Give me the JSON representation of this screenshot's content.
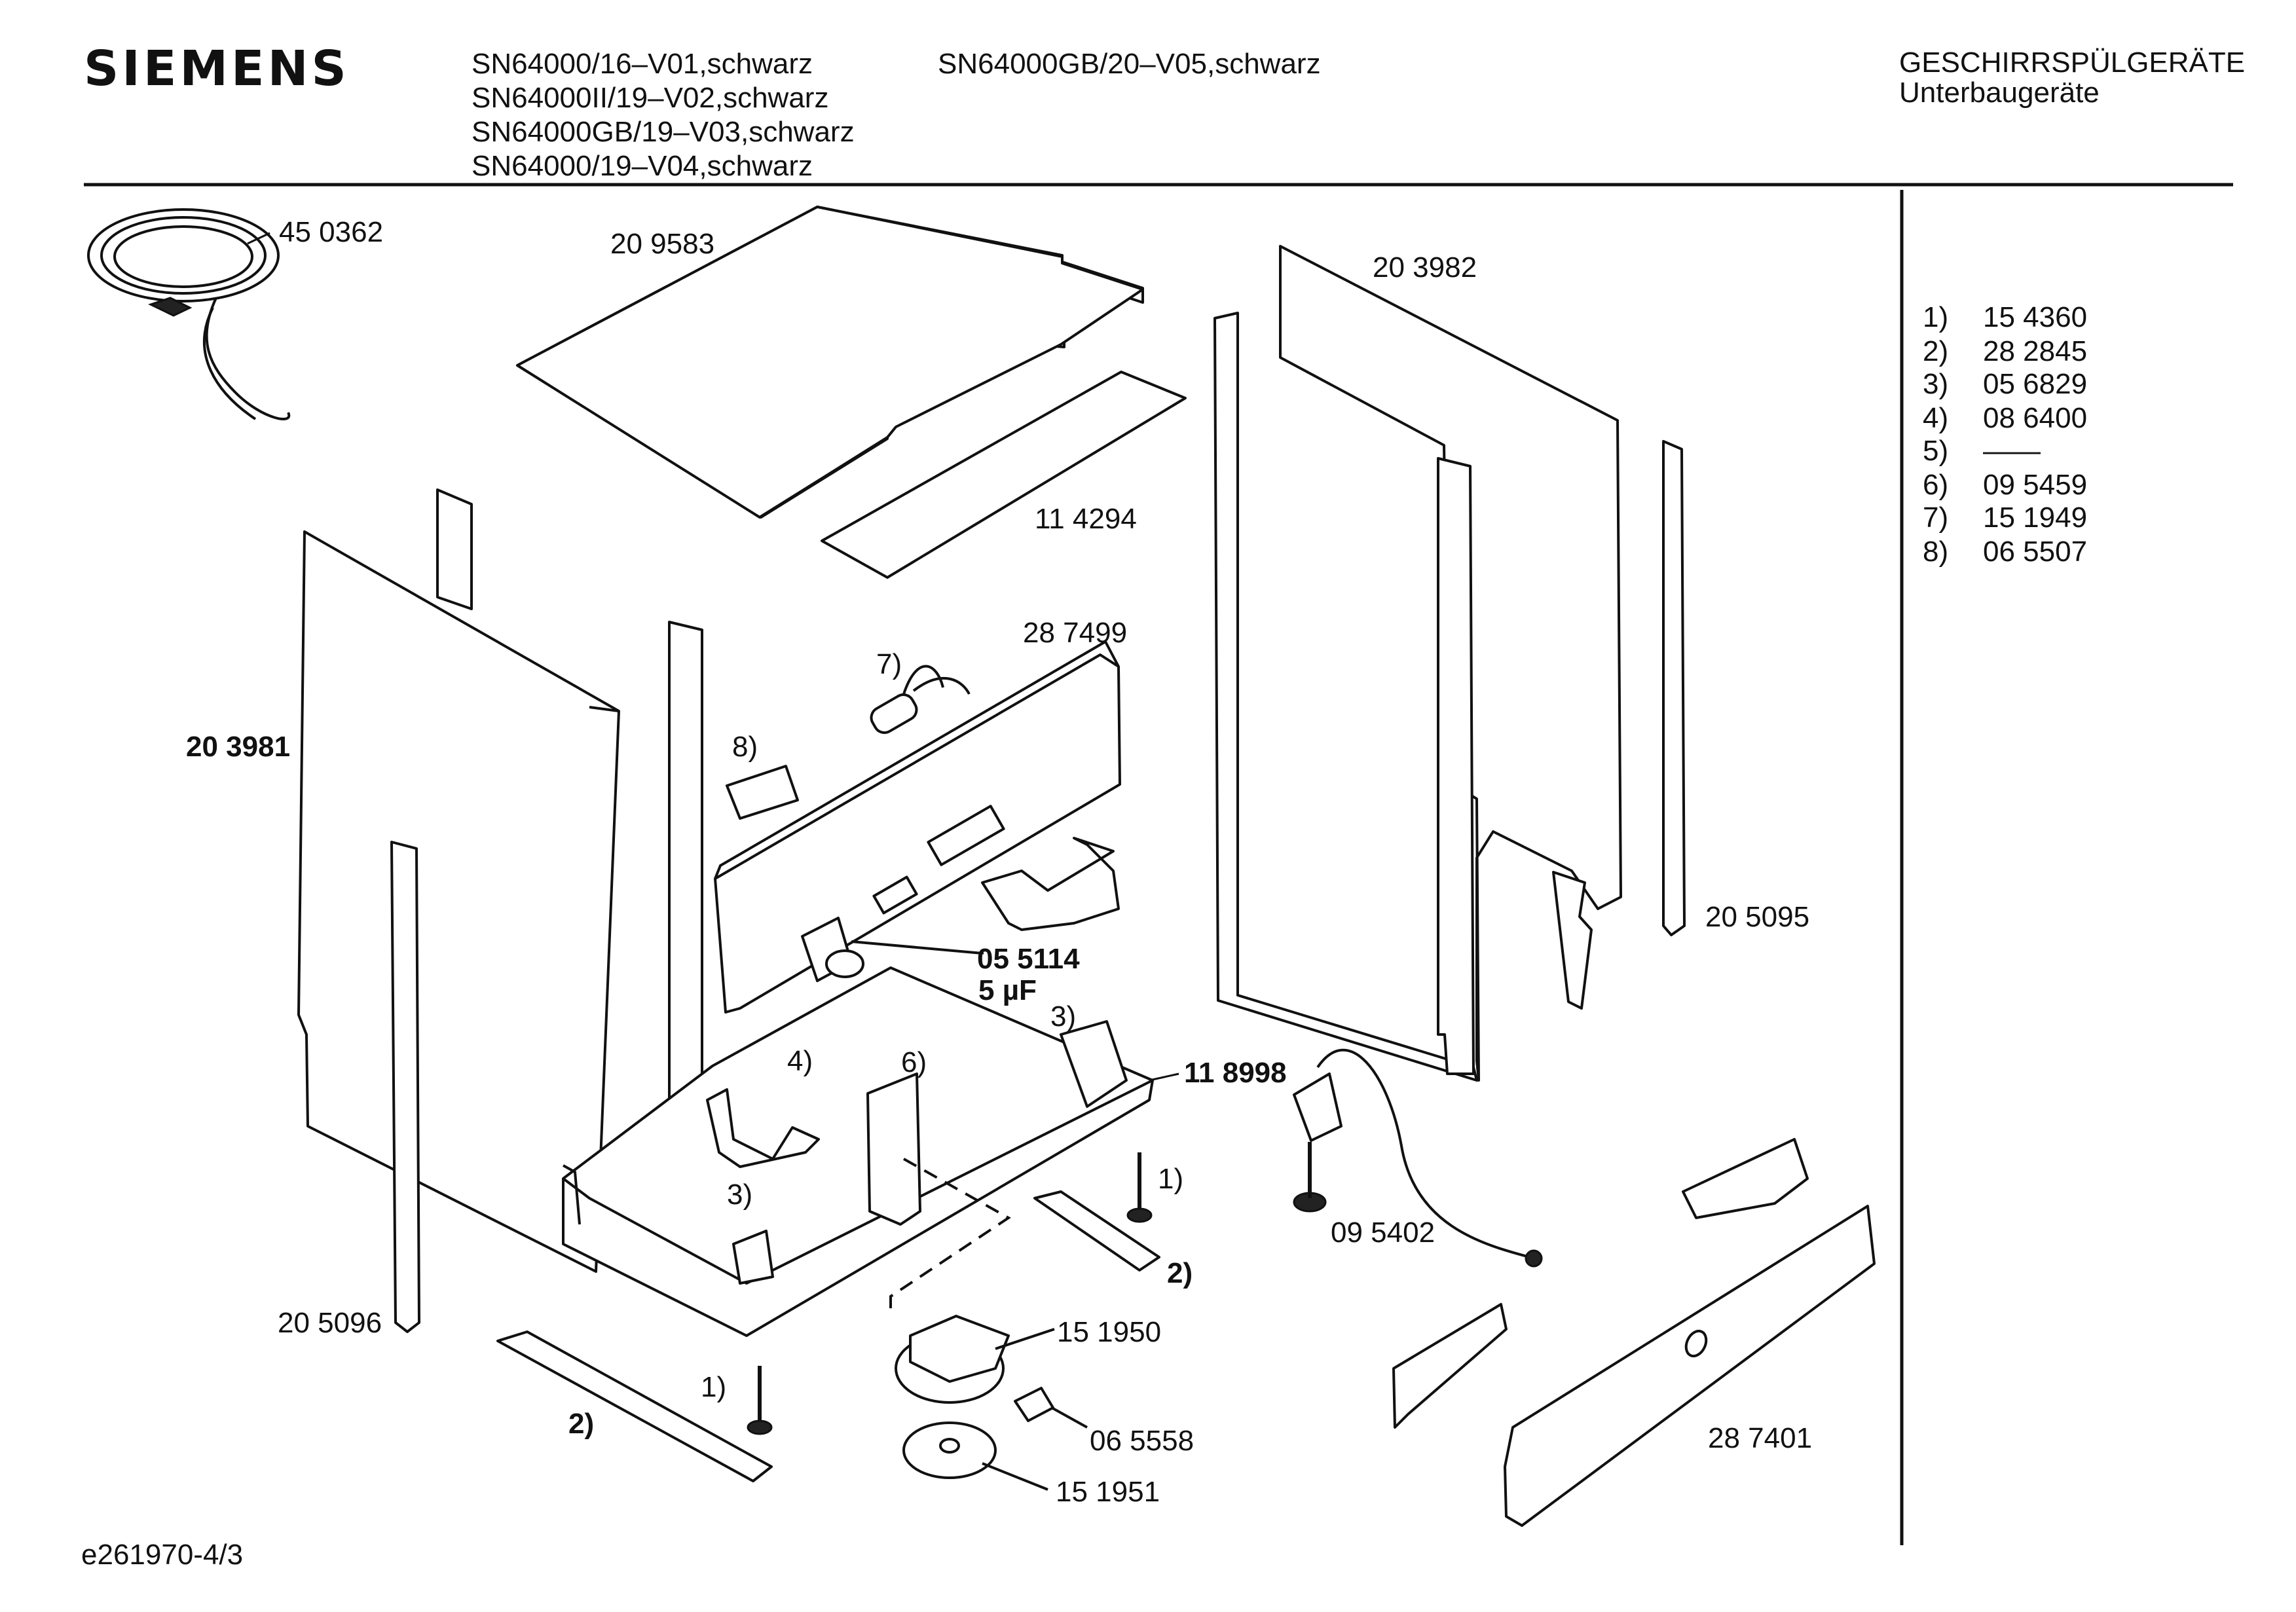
{
  "header": {
    "brand": "SIEMENS",
    "models_col1": [
      "SN64000/16–V01,schwarz",
      "SN64000II/19–V02,schwarz",
      "SN64000GB/19–V03,schwarz",
      "SN64000/19–V04,schwarz"
    ],
    "models_col2": [
      "SN64000GB/20–V05,schwarz"
    ],
    "category": "GESCHIRRSPÜLGERÄTE",
    "subcategory": "Unterbaugeräte"
  },
  "legend": [
    {
      "key": "1)",
      "value": "15 4360"
    },
    {
      "key": "2)",
      "value": "28 2845"
    },
    {
      "key": "3)",
      "value": "05 6829"
    },
    {
      "key": "4)",
      "value": "08 6400"
    },
    {
      "key": "5)",
      "value": "——"
    },
    {
      "key": "6)",
      "value": "09 5459"
    },
    {
      "key": "7)",
      "value": "15 1949"
    },
    {
      "key": "8)",
      "value": "06 5507"
    }
  ],
  "parts": {
    "p450362": "45 0362",
    "p209583": "20 9583",
    "p114294": "11 4294",
    "p203982": "20 3982",
    "p203981": "20 3981",
    "p287499": "28 7499",
    "p205095": "20 5095",
    "p055114": "05 5114",
    "cap": "5 µF",
    "p118998": "11 8998",
    "p095402": "09 5402",
    "p205096": "20 5096",
    "p151950": "15 1950",
    "p065558": "06 5558",
    "p151951": "15 1951",
    "p287401": "28 7401"
  },
  "callouts": {
    "c1a": "1)",
    "c1b": "1)",
    "c2a": "2)",
    "c2b": "2)",
    "c3a": "3)",
    "c3b": "3)",
    "c4": "4)",
    "c6": "6)",
    "c7": "7)",
    "c8": "8)"
  },
  "footer": {
    "drawing_id": "e261970-4/3"
  }
}
